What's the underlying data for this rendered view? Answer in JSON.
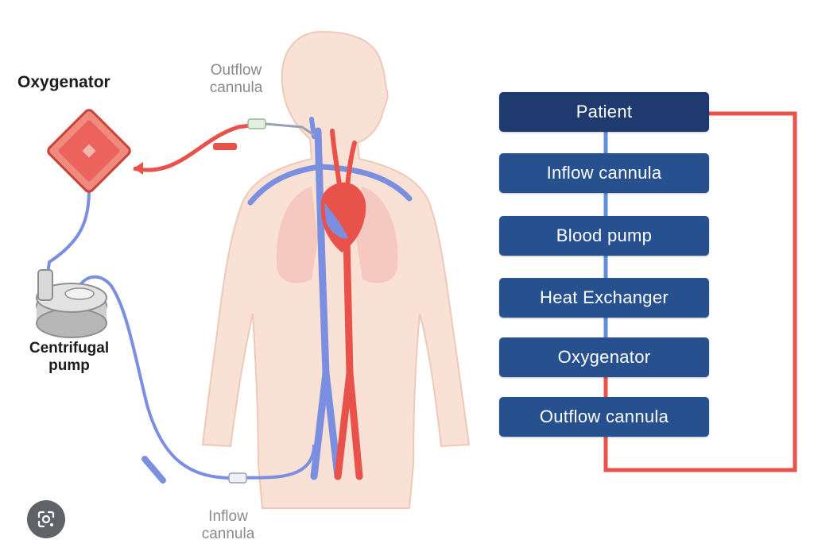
{
  "labels": {
    "oxygenator": "Oxygenator",
    "centrifugal_pump": "Centrifugal pump",
    "outflow_cannula": "Outflow cannula",
    "inflow_cannula": "Inflow cannula"
  },
  "flowchart": {
    "steps": [
      "Patient",
      "Inflow cannula",
      "Blood pump",
      "Heat Exchanger",
      "Oxygenator",
      "Outflow cannula"
    ]
  },
  "colors": {
    "box_dark": "#1f3a6e",
    "box": "#27508f",
    "venous": "#7b8fe0",
    "arterial": "#e8524a",
    "skin": "#f9e1d6",
    "lung": "#f4c4bc"
  },
  "icons": {
    "lens_button": "google-lens-icon"
  }
}
